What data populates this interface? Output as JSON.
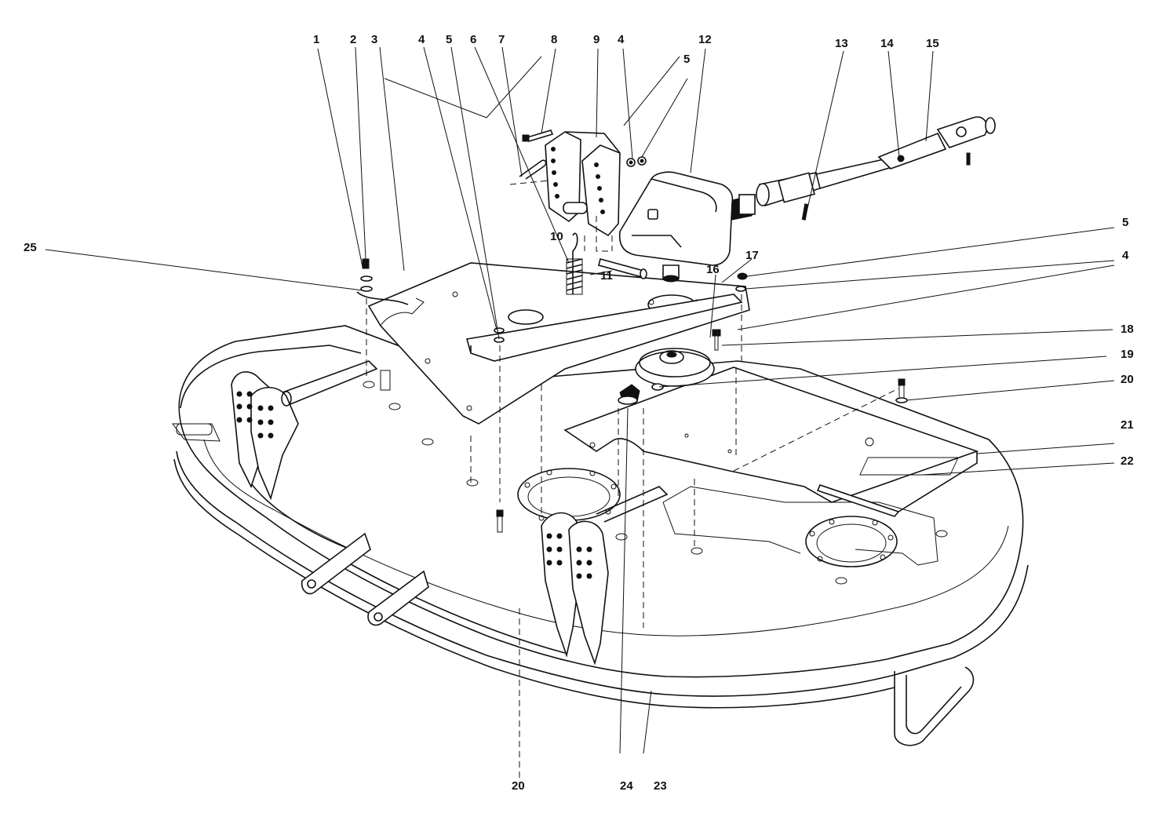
{
  "callouts": [
    {
      "id": "c1",
      "label": "1"
    },
    {
      "id": "c2",
      "label": "2"
    },
    {
      "id": "c3",
      "label": "3"
    },
    {
      "id": "c4a",
      "label": "4"
    },
    {
      "id": "c5a",
      "label": "5"
    },
    {
      "id": "c6",
      "label": "6"
    },
    {
      "id": "c7",
      "label": "7"
    },
    {
      "id": "c8",
      "label": "8"
    },
    {
      "id": "c9",
      "label": "9"
    },
    {
      "id": "c4b",
      "label": "4"
    },
    {
      "id": "c5b",
      "label": "5"
    },
    {
      "id": "c12",
      "label": "12"
    },
    {
      "id": "c13",
      "label": "13"
    },
    {
      "id": "c14",
      "label": "14"
    },
    {
      "id": "c15",
      "label": "15"
    },
    {
      "id": "c5c",
      "label": "5"
    },
    {
      "id": "c4c",
      "label": "4"
    },
    {
      "id": "c25",
      "label": "25"
    },
    {
      "id": "c10",
      "label": "10"
    },
    {
      "id": "c11",
      "label": "11"
    },
    {
      "id": "c17",
      "label": "17"
    },
    {
      "id": "c16",
      "label": "16"
    },
    {
      "id": "c18",
      "label": "18"
    },
    {
      "id": "c19",
      "label": "19"
    },
    {
      "id": "c20a",
      "label": "20"
    },
    {
      "id": "c21",
      "label": "21"
    },
    {
      "id": "c22",
      "label": "22"
    },
    {
      "id": "c20b",
      "label": "20"
    },
    {
      "id": "c24",
      "label": "24"
    },
    {
      "id": "c23",
      "label": "23"
    }
  ]
}
